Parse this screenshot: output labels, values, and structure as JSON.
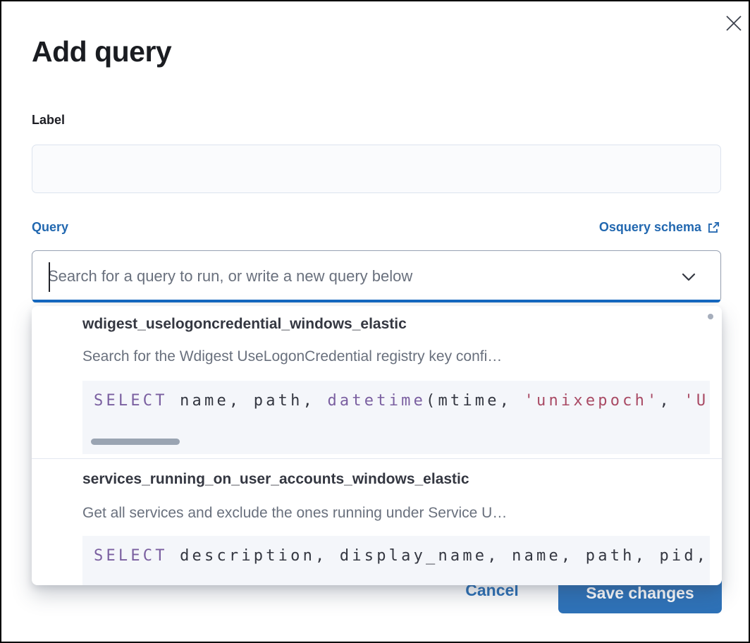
{
  "modal": {
    "title": "Add query"
  },
  "form": {
    "label_field": {
      "label": "Label",
      "value": ""
    },
    "query_field": {
      "label": "Query",
      "schema_link_label": "Osquery schema",
      "combobox_placeholder": "Search for a query to run, or write a new query below",
      "combobox_value": ""
    }
  },
  "dropdown": {
    "options": [
      {
        "title": "wdigest_uselogoncredential_windows_elastic",
        "description": "Search for the Wdigest UseLogonCredential registry key confi…",
        "code_tokens": [
          {
            "text": "SELECT",
            "type": "keyword"
          },
          {
            "text": " name, path, ",
            "type": "plain"
          },
          {
            "text": "datetime",
            "type": "keyword"
          },
          {
            "text": "(mtime, ",
            "type": "plain"
          },
          {
            "text": "'unixepoch'",
            "type": "string"
          },
          {
            "text": ", ",
            "type": "plain"
          },
          {
            "text": "'U",
            "type": "string"
          }
        ]
      },
      {
        "title": "services_running_on_user_accounts_windows_elastic",
        "description": "Get all services and exclude the ones running under Service U…",
        "code_tokens": [
          {
            "text": "SELECT",
            "type": "keyword"
          },
          {
            "text": " description, display_name, name, path, pid,",
            "type": "plain"
          }
        ]
      }
    ]
  },
  "footer": {
    "cancel_label": "Cancel",
    "save_label": "Save changes"
  },
  "icons": {
    "close": "close-icon",
    "external_link": "external-link-icon",
    "chevron_down": "chevron-down-icon"
  },
  "colors": {
    "focus_underline_blue": "#1568c0",
    "link_blue": "#2268b0",
    "save_button_blue": "#2e72b8",
    "code_keyword_purple": "#7a5fa0",
    "code_string_rose": "#a94a64",
    "code_plain_dark": "#343741",
    "code_background": "#f4f6fa",
    "muted_text": "#69707d"
  }
}
